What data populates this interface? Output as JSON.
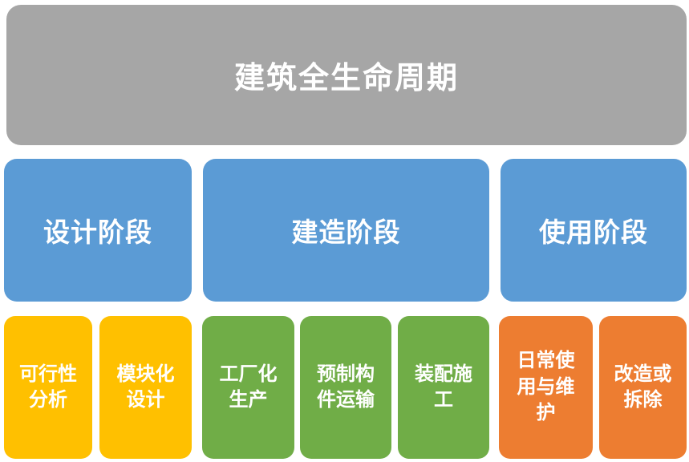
{
  "title": "建筑全生命周期",
  "colors": {
    "canvas_bg": "#FFFFFF",
    "header_bg": "#A6A6A6",
    "phase_bg": "#5B9BD5",
    "design_item_bg": "#FFC000",
    "build_item_bg": "#70AD47",
    "use_item_bg": "#ED7D31",
    "text": "#FFFFFF"
  },
  "phases": [
    {
      "label": "设计阶段",
      "items": [
        {
          "label": "可行性\n分析"
        },
        {
          "label": "模块化\n设计"
        }
      ]
    },
    {
      "label": "建造阶段",
      "items": [
        {
          "label": "工厂化\n生产"
        },
        {
          "label": "预制构\n件运输"
        },
        {
          "label": "装配施\n工"
        }
      ]
    },
    {
      "label": "使用阶段",
      "items": [
        {
          "label": "日常使\n用与维\n护"
        },
        {
          "label": "改造或\n拆除"
        }
      ]
    }
  ]
}
